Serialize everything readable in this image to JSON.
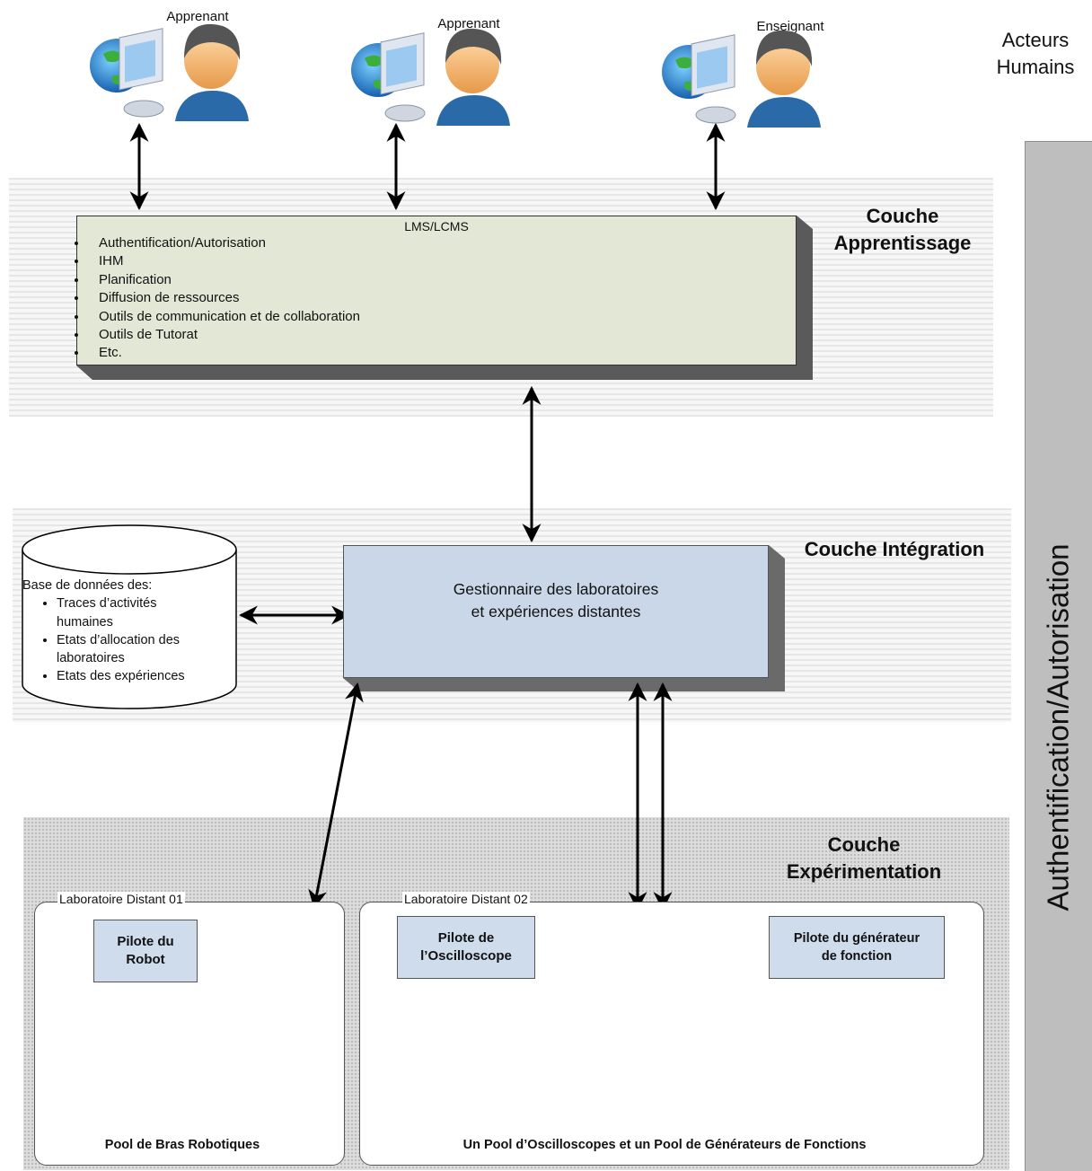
{
  "actors": {
    "left_label": "Apprenant",
    "middle_label": "Apprenant",
    "right_label": "Enseignant",
    "side_label": "Acteurs\nHumains"
  },
  "layers": {
    "apprentissage": "Couche\nApprentissage",
    "integration": "Couche Intégration",
    "experimentation": "Couche\nExpérimentation"
  },
  "lms": {
    "title": "LMS/LCMS",
    "items": [
      "Authentification/Autorisation",
      "IHM",
      "Planification",
      "Diffusion de ressources",
      "Outils de communication et de collaboration",
      "Outils de Tutorat",
      "Etc."
    ]
  },
  "database": {
    "title": "Base de données des:",
    "items": [
      "Traces d’activités humaines",
      "Etats d’allocation des laboratoires",
      "Etats des expériences"
    ]
  },
  "manager": {
    "text": "Gestionnaire des laboratoires\net expériences distantes"
  },
  "lab1": {
    "title": "Laboratoire Distant 01",
    "pilot": "Pilote du\nRobot",
    "footer": "Pool de Bras Robotiques"
  },
  "lab2": {
    "title": "Laboratoire Distant 02",
    "pilot_osc": "Pilote de\nl’Oscilloscope",
    "pilot_gen": "Pilote du générateur\nde fonction",
    "footer": "Un Pool d’Oscilloscopes et un Pool de Générateurs de Fonctions"
  },
  "auth_bar": "Authentification/Autorisation",
  "colors": {
    "lms_box": "#e3e8d6",
    "manager_box": "#c9d7e8",
    "pilot_box": "#cfdcec",
    "box_shadow": "#5a5a5a",
    "auth_bar": "#bebebe"
  }
}
